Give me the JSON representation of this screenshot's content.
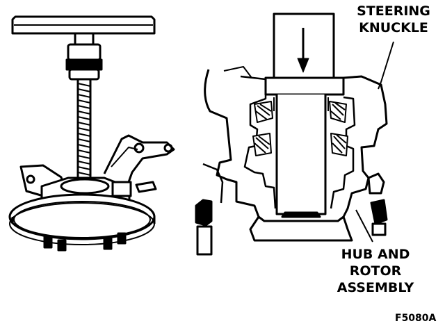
{
  "labels": {
    "steering_knuckle_line1": "STEERING",
    "steering_knuckle_line2": "KNUCKLE",
    "hub_rotor_line1": "HUB AND",
    "hub_rotor_line2": "ROTOR",
    "hub_rotor_line3": "ASSEMBLY",
    "figure_id": "F5080A"
  },
  "colors": {
    "ink": "#000000",
    "paper": "#ffffff"
  }
}
